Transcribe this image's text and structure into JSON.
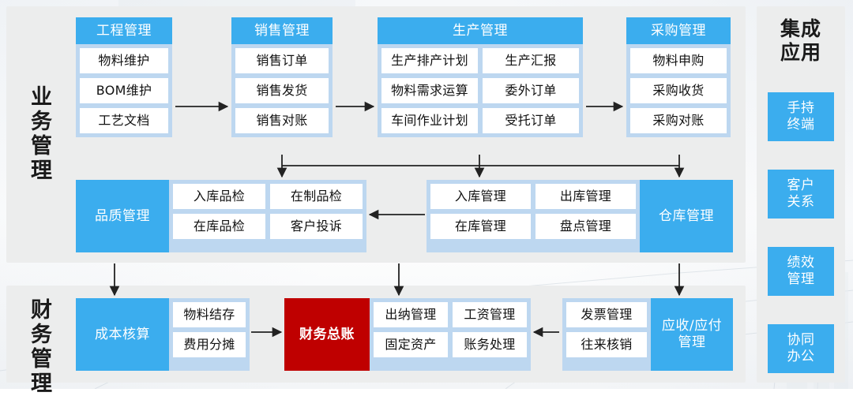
{
  "colors": {
    "panel_bg": "#eceded",
    "accent_blue": "#3badee",
    "card_bg": "#bdd7f0",
    "leaf_bg": "#ffffff",
    "highlight_red": "#bf0000",
    "text_dark": "#111111",
    "arrow": "#222222"
  },
  "panels": {
    "business": {
      "title": "业务管理"
    },
    "finance": {
      "title": "财务管理"
    },
    "apps": {
      "title": "集成\n应用",
      "title_line1": "集成",
      "title_line2": "应用"
    }
  },
  "top_row": [
    {
      "key": "engineering",
      "header": "工程管理",
      "rows": [
        [
          "物料维护"
        ],
        [
          "BOM维护"
        ],
        [
          "工艺文档"
        ]
      ]
    },
    {
      "key": "sales",
      "header": "销售管理",
      "rows": [
        [
          "销售订单"
        ],
        [
          "销售发货"
        ],
        [
          "销售对账"
        ]
      ]
    },
    {
      "key": "production",
      "header": "生产管理",
      "rows": [
        [
          "生产排产计划",
          "生产汇报"
        ],
        [
          "物料需求运算",
          "委外订单"
        ],
        [
          "车间作业计划",
          "受托订单"
        ]
      ]
    },
    {
      "key": "purchase",
      "header": "采购管理",
      "rows": [
        [
          "物料申购"
        ],
        [
          "采购收货"
        ],
        [
          "采购对账"
        ]
      ]
    }
  ],
  "middle_row": [
    {
      "key": "quality",
      "label": "品质管理",
      "label_side": "left",
      "rows": [
        [
          "入库品检",
          "在制品检"
        ],
        [
          "在库品检",
          "客户投诉"
        ]
      ]
    },
    {
      "key": "warehouse",
      "label": "仓库管理",
      "label_side": "right",
      "rows": [
        [
          "入库管理",
          "出库管理"
        ],
        [
          "在库管理",
          "盘点管理"
        ]
      ]
    }
  ],
  "finance_row": [
    {
      "key": "cost",
      "label": "成本核算",
      "label_side": "left",
      "accent": "blue",
      "rows": [
        [
          "物料结存"
        ],
        [
          "费用分摊"
        ]
      ]
    },
    {
      "key": "ledger",
      "label": "财务总账",
      "label_side": "left",
      "accent": "red",
      "rows": [
        [
          "出纳管理",
          "工资管理"
        ],
        [
          "固定资产",
          "账务处理"
        ]
      ]
    },
    {
      "key": "ap_ar",
      "label": "应收/应付\n管理",
      "label_line1": "应收/应付",
      "label_line2": "管理",
      "label_side": "right",
      "accent": "blue",
      "rows": [
        [
          "发票管理"
        ],
        [
          "往来核销"
        ]
      ]
    }
  ],
  "apps": [
    {
      "line1": "手持",
      "line2": "终端"
    },
    {
      "line1": "客户",
      "line2": "关系"
    },
    {
      "line1": "绩效",
      "line2": "管理"
    },
    {
      "line1": "协同",
      "line2": "办公"
    }
  ],
  "connectors": [
    {
      "name": "engineering-to-sales",
      "type": "arrow-right"
    },
    {
      "name": "sales-to-production",
      "type": "arrow-right"
    },
    {
      "name": "production-to-purchase",
      "type": "arrow-right"
    },
    {
      "name": "bus-to-quality",
      "type": "arrow-down"
    },
    {
      "name": "bus-to-warehouse",
      "type": "arrow-down"
    },
    {
      "name": "purchase-to-warehouse",
      "type": "arrow-down"
    },
    {
      "name": "warehouse-to-quality",
      "type": "arrow-left"
    },
    {
      "name": "quality-to-cost",
      "type": "arrow-down"
    },
    {
      "name": "warehouse-to-ledger",
      "type": "arrow-down"
    },
    {
      "name": "purchase-to-ap",
      "type": "arrow-down"
    },
    {
      "name": "cost-to-ledger",
      "type": "arrow-right"
    },
    {
      "name": "ap-to-ledger",
      "type": "arrow-left"
    }
  ]
}
